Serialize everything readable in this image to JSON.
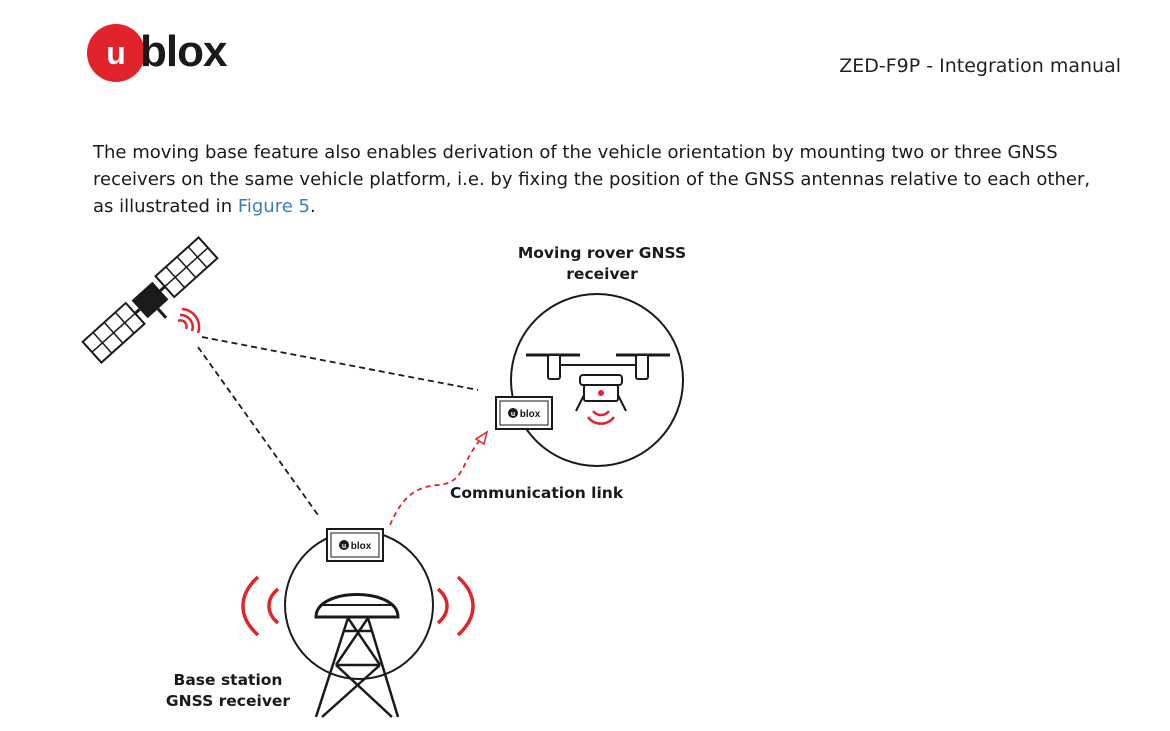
{
  "header": {
    "logo_text": "blox",
    "logo_mark": "u",
    "document_title": "ZED-F9P - Integration manual"
  },
  "body": {
    "paragraph_before_link": "The moving base feature also enables derivation of the vehicle orientation by mounting two or three GNSS receivers on the same vehicle platform, i.e. by fixing the position of the GNSS antennas relative to each other, as illustrated in ",
    "figure_link": "Figure 5",
    "paragraph_after_link": "."
  },
  "figure": {
    "rover_label_line1": "Moving rover GNSS",
    "rover_label_line2": "receiver",
    "comm_label": "Communication link",
    "base_label_line1": "Base station",
    "base_label_line2": "GNSS receiver",
    "chip_text": "blox",
    "chip_mark": "u",
    "colors": {
      "accent_red": "#e1232b",
      "line_dark": "#1a1a1a"
    }
  }
}
